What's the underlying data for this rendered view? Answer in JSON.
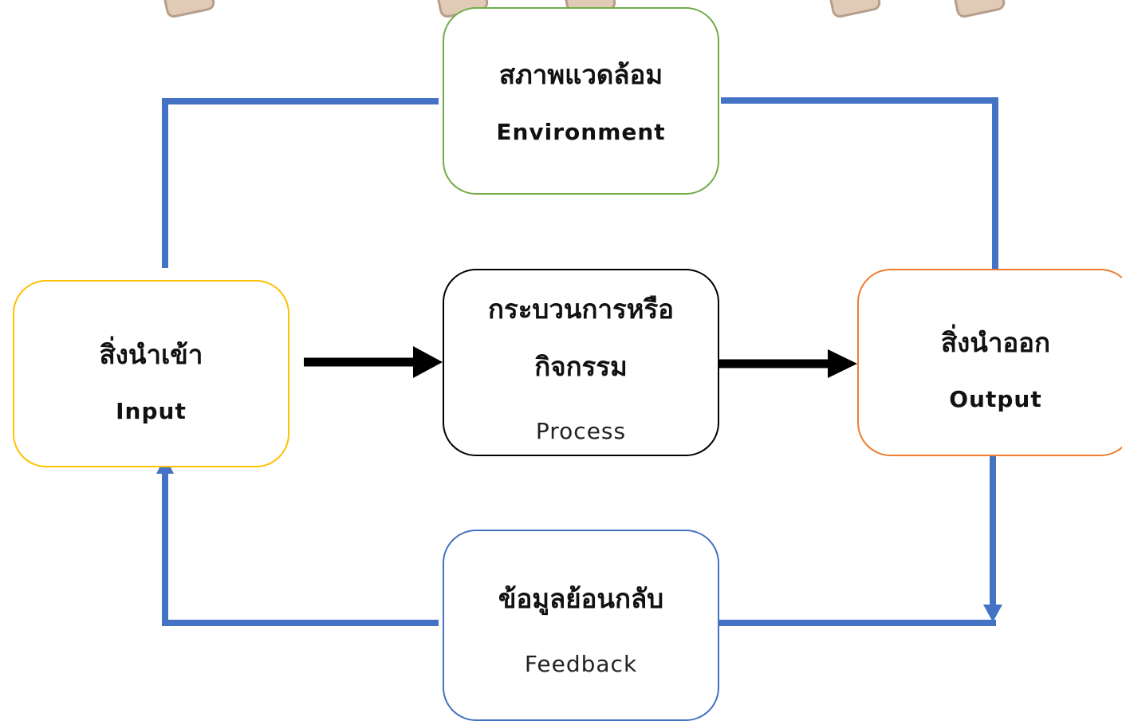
{
  "diagram": {
    "environment": {
      "thai": "สภาพแวดล้อม",
      "english": "Environment"
    },
    "input": {
      "thai": "สิ่งนำเข้า",
      "english": "Input"
    },
    "process": {
      "thai_line1": "กระบวนการหรือ",
      "thai_line2": "กิจกรรม",
      "english": "Process"
    },
    "output": {
      "thai": "สิ่งนำออก",
      "english": "Output"
    },
    "feedback": {
      "thai": "ข้อมูลย้อนกลับ",
      "english": "Feedback"
    }
  },
  "colors": {
    "environment_border": "#70ad47",
    "input_border": "#ffc000",
    "process_border": "#000000",
    "output_border": "#ed7d31",
    "feedback_border": "#4472c4",
    "loop_line": "#4472c4",
    "flow_arrow": "#000000"
  }
}
